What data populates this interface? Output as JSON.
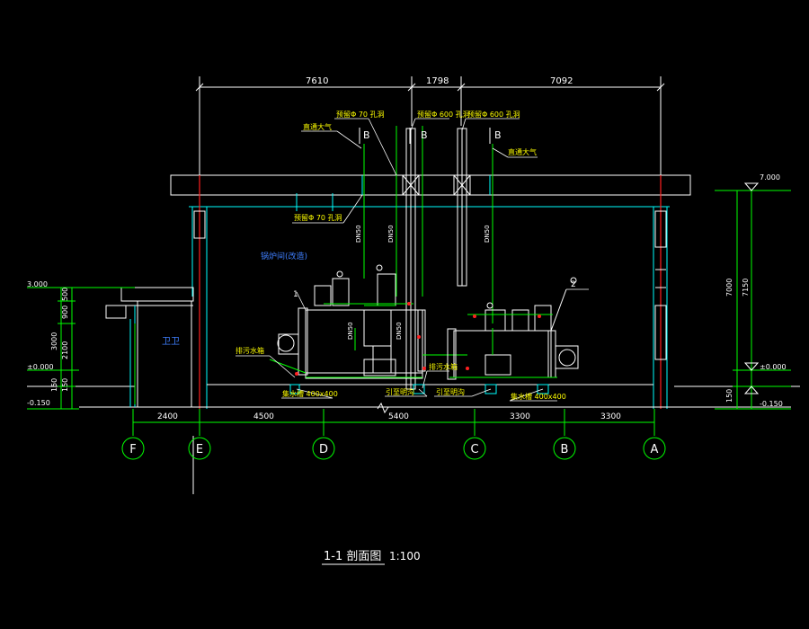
{
  "drawing": {
    "title": "1-1  剖面图",
    "scale": "1:100",
    "room_label": "锅炉间(改造)",
    "side_room_label": "卫卫",
    "top_dims": [
      "7610",
      "1798",
      "7092"
    ],
    "bottom_dims": [
      "2400",
      "4500",
      "5400",
      "3300",
      "3300"
    ],
    "axes": [
      "F",
      "E",
      "D",
      "C",
      "B",
      "A"
    ],
    "annotations": {
      "vent_left": "直通大气",
      "vent_right": "直通大气",
      "opening_a": "预留Φ 70 孔洞",
      "opening_b": "预留Φ 600 孔洞",
      "opening_c": "预留Φ 600 孔洞",
      "opening_d": "预留Φ 70 孔洞",
      "sewage_left": "排污水箱",
      "sewage_right": "排污水箱",
      "sump_left": "集水槽 400x400",
      "sump_right": "集水槽 400x400",
      "trench_a": "引至明沟",
      "trench_b": "引至明沟",
      "marker_1": "1",
      "marker_2": "2",
      "b_tag_left": "B",
      "b_tag_mid": "B",
      "b_tag_right": "B",
      "pipe_dn_a": "DN50",
      "pipe_dn_b": "DN50",
      "pipe_dn_c": "DN50",
      "boiler_dn_a": "DN50",
      "boiler_dn_b": "DN50"
    },
    "levels_left": {
      "top": "3.000",
      "mid": "±0.000",
      "bottom": "-0.150",
      "d500": "500",
      "d900": "900",
      "d3000": "3000",
      "d2100": "2100",
      "d150": "150",
      "d150b": "150"
    },
    "levels_right": {
      "top": "7.000",
      "mid": "±0.000",
      "bottom": "-0.150",
      "d7000": "7000",
      "d7150": "7150",
      "d150": "150"
    }
  }
}
